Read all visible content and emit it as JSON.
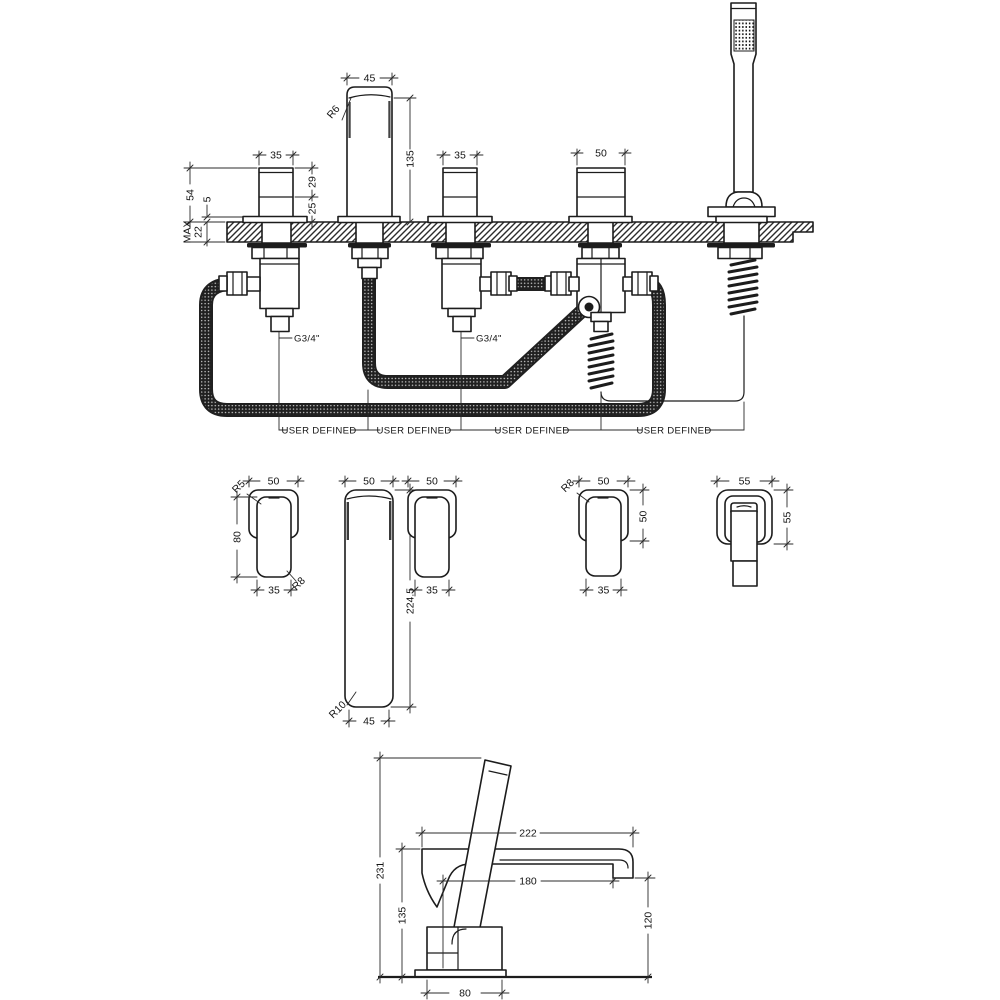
{
  "install": {
    "spout_width": "45",
    "spout_radius": "R6",
    "spout_height": "135",
    "handle_width": "35",
    "handle2_width": "35",
    "diverter_width": "50",
    "above_deck": "54",
    "flange": "5",
    "max_label": "MAX",
    "deck_thickness": "22",
    "upper": "29",
    "lower": "25",
    "thread_hot": "G3/4\"",
    "thread_cold": "G3/4\"",
    "hose_labels": [
      "USER DEFINED",
      "USER DEFINED",
      "USER DEFINED",
      "USER DEFINED"
    ]
  },
  "handle_side": {
    "width": "50",
    "radius_top": "R5",
    "height": "80",
    "base_width": "35",
    "radius_bottom": "R8"
  },
  "spout_front": {
    "width": "50",
    "length": "224.5",
    "radius": "R10",
    "base_width": "45"
  },
  "handle_front": {
    "width": "50",
    "base_width": "35"
  },
  "diverter_handle": {
    "width": "50",
    "radius": "R8",
    "height": "50",
    "base_width": "35"
  },
  "holder_top": {
    "width": "55",
    "depth": "55"
  },
  "spout_profile": {
    "reach": "222",
    "height": "231",
    "underside": "180",
    "deck_to_top": "135",
    "outlet_height": "120",
    "base_width": "80"
  }
}
